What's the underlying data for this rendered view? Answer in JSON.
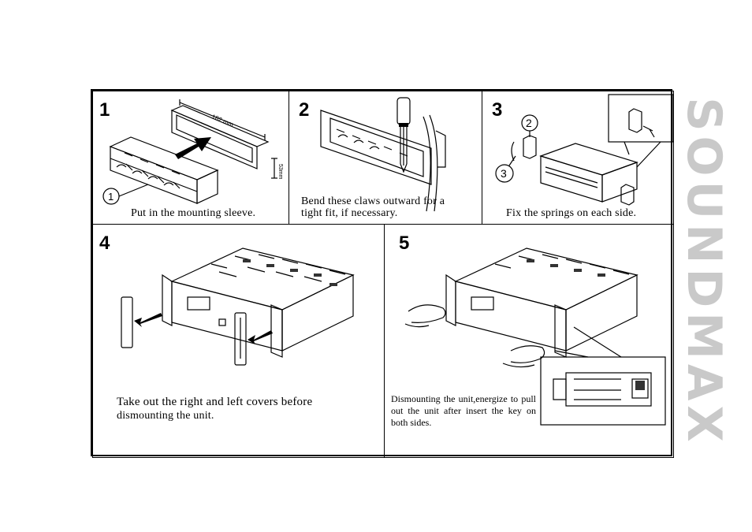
{
  "brand": "SOUNDMAX",
  "steps": [
    {
      "number": "1",
      "caption": "Put in the mounting sleeve.",
      "dimension_width": "182 mm",
      "dimension_height": "53mm",
      "callout": "1"
    },
    {
      "number": "2",
      "caption_line1": "Bend these claws outward for a",
      "caption_line2": "tight fit, if necessary."
    },
    {
      "number": "3",
      "caption": "Fix the springs on each side.",
      "callout_a": "2",
      "callout_b": "3"
    },
    {
      "number": "4",
      "caption_line1": "Take out the right and left covers  before",
      "caption_line2": "dismounting the unit."
    },
    {
      "number": "5",
      "caption": "Dismounting the unit,energize to pull out the unit after insert the key on both sides."
    }
  ]
}
